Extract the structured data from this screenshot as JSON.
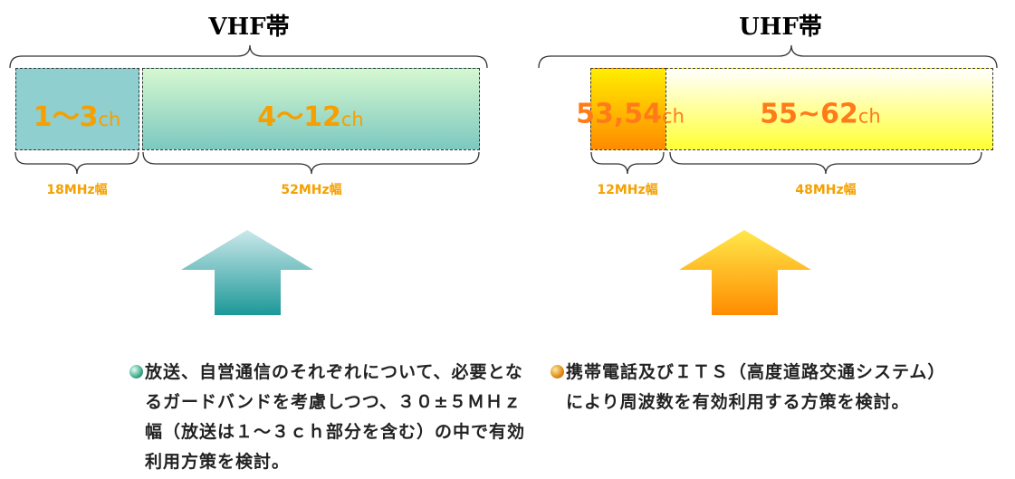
{
  "vhf": {
    "title": "VHF帯",
    "segments": [
      {
        "num": "1～3",
        "unit": "ch"
      },
      {
        "num": "4～12",
        "unit": "ch"
      }
    ],
    "widths": [
      "18MHz幅",
      "52MHz幅"
    ],
    "description": [
      "放送、自営通信のそれぞれについて、必要とな",
      "るガードバンドを考慮しつつ、３０±５ＭＨｚ",
      "幅（放送は１～３ｃｈ部分を含む）の中で有効",
      "利用方策を検討。"
    ]
  },
  "uhf": {
    "title": "UHF帯",
    "segments": [
      {
        "num": "53,54",
        "unit": "ch"
      },
      {
        "num": "55~62",
        "unit": "ch"
      }
    ],
    "widths": [
      "12MHz幅",
      "48MHz幅"
    ],
    "description": [
      "携帯電話及びＩＴＳ（高度道路交通システム）",
      "により周波数を有効利用する方策を検討。"
    ]
  },
  "colors": {
    "vhf_seg1": "#8fcfcf",
    "vhf_seg2_top": "#d6f8d0",
    "vhf_seg2_bottom": "#7cc8c0",
    "label_orange": "#f5a000",
    "uhf_label": "#ff7b1a",
    "uhf_seg1_top": "#ffee00",
    "uhf_seg1_bottom": "#ff8a00",
    "uhf_seg2_top": "#ffffff",
    "uhf_seg2_bottom": "#ffff33",
    "arrow_vhf_top": "#c6e6e8",
    "arrow_vhf_bottom": "#1c9898",
    "arrow_uhf_top": "#ffe84a",
    "arrow_uhf_bottom": "#ff8c00"
  }
}
